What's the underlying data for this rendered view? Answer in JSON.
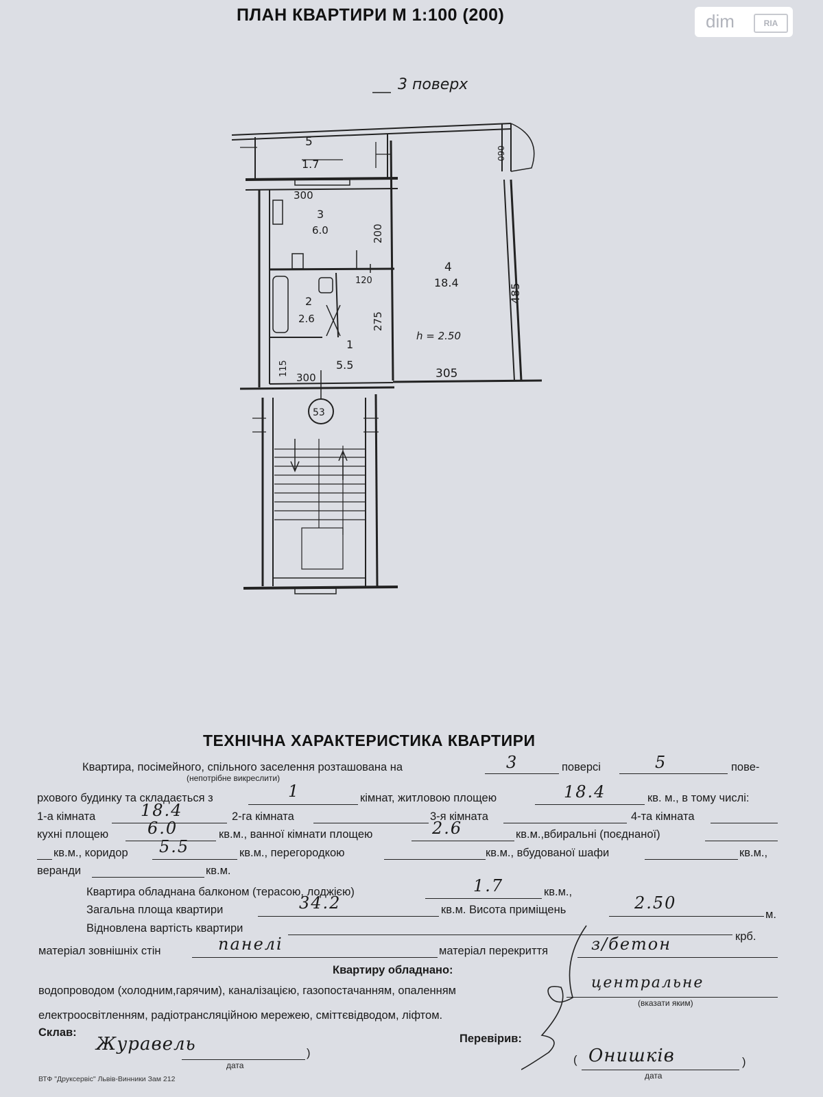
{
  "header": {
    "title": "ПЛАН КВАРТИРИ М 1:100 (200)"
  },
  "watermark": {
    "text": "dim",
    "badge": "RIA"
  },
  "plan": {
    "floor_note": "3 поверх",
    "rooms": [
      {
        "number": "5",
        "area": "1.7"
      },
      {
        "number": "3",
        "area": "6.0"
      },
      {
        "number": "4",
        "area": "18.4"
      },
      {
        "number": "2",
        "area": "2.6"
      },
      {
        "number": "1",
        "area": "5.5"
      }
    ],
    "dimensions": {
      "d_300_top": "300",
      "d_200": "200",
      "d_120": "120",
      "d_275": "275",
      "d_485": "485",
      "d_115": "115",
      "d_300_bottom": "300",
      "d_305": "305",
      "d_090": "090",
      "height_note": "h = 2.50"
    },
    "apartment_number": "53"
  },
  "spec": {
    "title": "ТЕХНІЧНА ХАРАКТЕРИСТИКА КВАРТИРИ",
    "line1": {
      "prefix": "Квартира, посімейного, спільного заселення розташована на",
      "floor": "3",
      "mid": "поверсі",
      "floors": "5",
      "suffix": "пове-"
    },
    "line1_note": "(непотрібне викреслити)",
    "line2": {
      "prefix": "рхового будинку та складається з",
      "rooms": "1",
      "mid": "кімнат, житловою площею",
      "living": "18.4",
      "suffix": "кв. м., в тому числі:"
    },
    "line3": {
      "r1_label": "1-а кімната",
      "r1": "18.4",
      "r2_label": "2-га кімната",
      "r3_label": "3-я кімната",
      "r4_label": "4-та кімната"
    },
    "line4": {
      "kitchen_label": "кухні площею",
      "kitchen": "6.0",
      "bath_label": "кв.м., ванної кімнати площею",
      "bath": "2.6",
      "wc_label": "кв.м.,вбиральні (поєднаної)"
    },
    "line5": {
      "a": "кв.м., коридор",
      "corridor": "5.5",
      "b": "кв.м., перегородкою",
      "c": "кв.м., вбудованої шафи",
      "d": "кв.м.,"
    },
    "line6": {
      "a": "веранди",
      "b": "кв.м."
    },
    "line7": {
      "a": "Квартира обладнана балконом (терасою, лоджією)",
      "balcony": "1.7",
      "b": "кв.м.,"
    },
    "line8": {
      "a": "Загальна площа квартири",
      "total": "34.2",
      "b": "кв.м. Висота приміщень",
      "height": "2.50",
      "c": "м."
    },
    "line9": {
      "a": "Відновлена вартість квартири",
      "b": "крб."
    },
    "line10": {
      "a": "матеріал зовнішніх стін",
      "walls": "панелі",
      "b": "матеріал перекриття",
      "ceiling": "з/бетон"
    },
    "equipped": "Квартиру обладнано:",
    "line11": {
      "a": "водопроводом (холодним,гарячим), каналізацією, газопостачанням, опаленням",
      "heating": "центральне"
    },
    "line11_note": "(вказати яким)",
    "line12": "електроосвітленням, радіотрансляційною мережею, сміттєвідводом, ліфтом.",
    "compiled_label": "Склав:",
    "compiled_sig": "Журавель",
    "checked_label": "Перевірив:",
    "checked_sig": "Онишків",
    "date_label": "дата",
    "footer": "ВТФ \"Друксервіс\" Львів-Винники Зам 212"
  }
}
